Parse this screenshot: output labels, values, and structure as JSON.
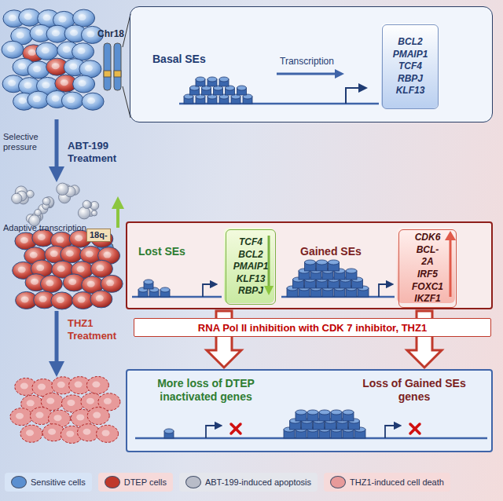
{
  "diagram": {
    "nodes": [
      {
        "text": [
          "Basal SEs",
          "Transcription"
        ]
      },
      {
        "text": [
          "BCL2 PMAIP1 TCF4 RBPJ KLF13"
        ],
        "in": 0
      },
      {
        "text": [
          "Lost SEs",
          "Gained SEs"
        ]
      },
      {
        "text": [
          "TCF4 BCL2 PMAIP1 KLF13 RBPJ"
        ],
        "in": 2
      },
      {
        "text": [
          "CDK6 BCL-2A IRF5 FOXC1 IKZF1"
        ],
        "in": 2
      },
      {
        "text": [
          "RNA Pol II inhibition with CDK 7 inhibitor, THZ1"
        ]
      },
      {
        "text": [
          "More loss of DTEP inactivated genes",
          "Loss of Gained SEs genes"
        ]
      }
    ],
    "edges": [
      {
        "from": 2,
        "to": 6,
        "arrow": "to"
      },
      {
        "from": 2,
        "to": 6,
        "arrow": "to"
      }
    ],
    "labels": [
      "Chr18",
      "Selective pressure",
      "ABT-199 Treatment",
      "Adaptive transcription",
      "18q-",
      "THZ1 Treatment"
    ],
    "legend": [
      {
        "text": "Sensitive cells",
        "color": "#5b8fd0"
      },
      {
        "text": "DTEP cells",
        "color": "#c0392b"
      },
      {
        "text": "ABT-199-induced apoptosis",
        "color": "#b8bcc8"
      },
      {
        "text": "THZ1-induced cell death",
        "color": "#e79a9a"
      }
    ]
  }
}
